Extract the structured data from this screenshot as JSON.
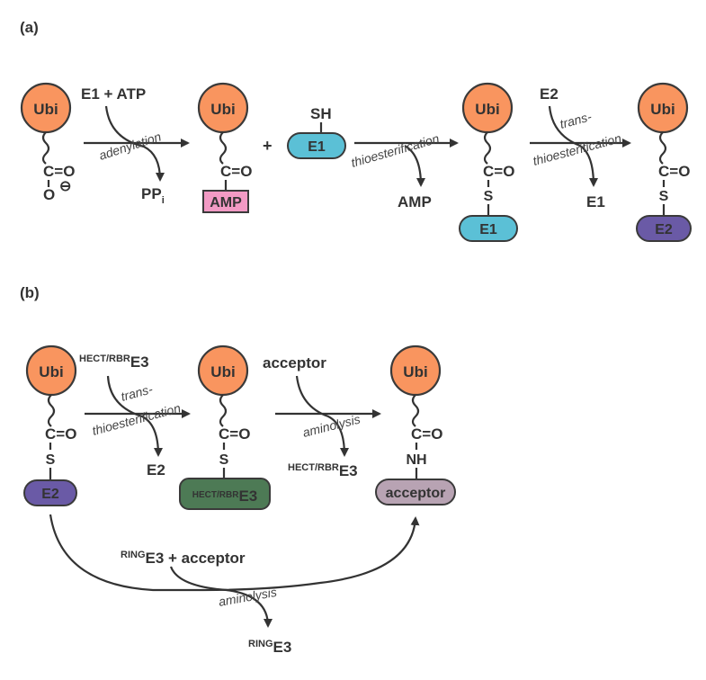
{
  "panel_a": {
    "label": "(a)",
    "ubi": "Ubi",
    "e1_atp": "E1 + ATP",
    "adenylation": "adenylation",
    "c_eq": "C=O",
    "o_minus": "O",
    "minus_sign": "⊖",
    "pp": "PP",
    "pp_sub": "i",
    "amp_box": "AMP",
    "plus": "+",
    "sh": "SH",
    "e1": "E1",
    "thioesterification": "thioesterification",
    "amp": "AMP",
    "s": "S",
    "e2_top": "E2",
    "trans": "trans-",
    "thioesterification2": "thioesterification",
    "e1_out": "E1",
    "e2": "E2"
  },
  "panel_b": {
    "label": "(b)",
    "ubi": "Ubi",
    "hect_sup": "HECT/RBR",
    "e3": "E3",
    "trans": "trans-",
    "thioesterification": "thioesterification",
    "e2_out": "E2",
    "acceptor_in": "acceptor",
    "aminolysis": "aminolysis",
    "c_eq": "C=O",
    "s": "S",
    "nh": "NH",
    "e2": "E2",
    "acceptor_box": "acceptor",
    "ring_sup": "RING",
    "ring_rest": "E3 + acceptor",
    "aminolysis2": "aminolysis"
  },
  "colors": {
    "ubi": "#f9955f",
    "e1": "#5bc0d6",
    "e2": "#6a5aa6",
    "amp": "#f29ac4",
    "hect": "#4d7a55",
    "acceptor": "#b8a3b3"
  }
}
